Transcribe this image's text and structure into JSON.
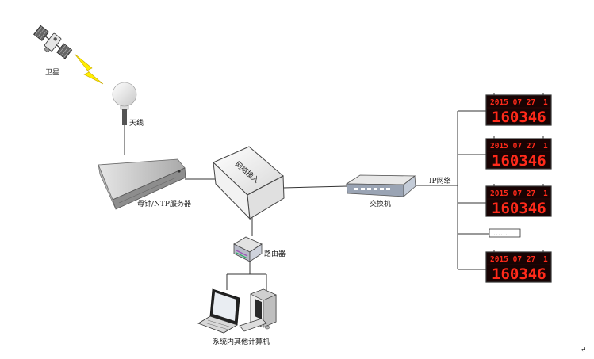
{
  "labels": {
    "satellite": "卫星",
    "antenna": "天线",
    "master_clock": "母钟/NTP服务器",
    "network_access": "网络接入",
    "switch": "交换机",
    "ip_network": "IP网络",
    "router": "路由器",
    "computers": "系统内其他计算机"
  },
  "clock_display": {
    "date_text": "2015 07 27",
    "weekday": "1",
    "time_text": "160346"
  },
  "ellipsis_text": "……",
  "colors": {
    "display_red": "#ff2a1a",
    "lightning": "#ffee00",
    "line": "#333333"
  },
  "icons": [
    "satellite-icon",
    "lightning-icon",
    "antenna-icon",
    "server-icon",
    "network-box-icon",
    "switch-icon",
    "router-icon",
    "laptop-icon",
    "desktop-icon",
    "clock-display-icon"
  ],
  "cursor_mark": "↵"
}
